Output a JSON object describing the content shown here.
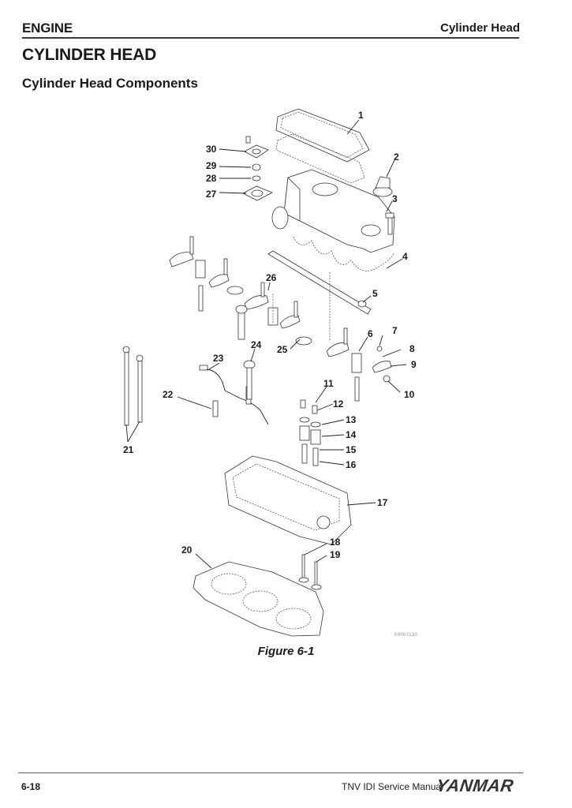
{
  "header": {
    "section": "ENGINE",
    "topic": "Cylinder Head"
  },
  "title": "CYLINDER HEAD",
  "subtitle": "Cylinder Head Components",
  "figure": {
    "caption": "Figure 6-1",
    "drawing_code": "K0003130",
    "callouts": [
      "1",
      "2",
      "3",
      "4",
      "5",
      "6",
      "7",
      "8",
      "9",
      "10",
      "11",
      "12",
      "13",
      "14",
      "15",
      "16",
      "17",
      "18",
      "19",
      "20",
      "21",
      "22",
      "23",
      "24",
      "25",
      "26",
      "27",
      "28",
      "29",
      "30"
    ]
  },
  "footer": {
    "page": "6-18",
    "manual": "TNV IDI Service Manual",
    "brand": "YANMAR"
  }
}
